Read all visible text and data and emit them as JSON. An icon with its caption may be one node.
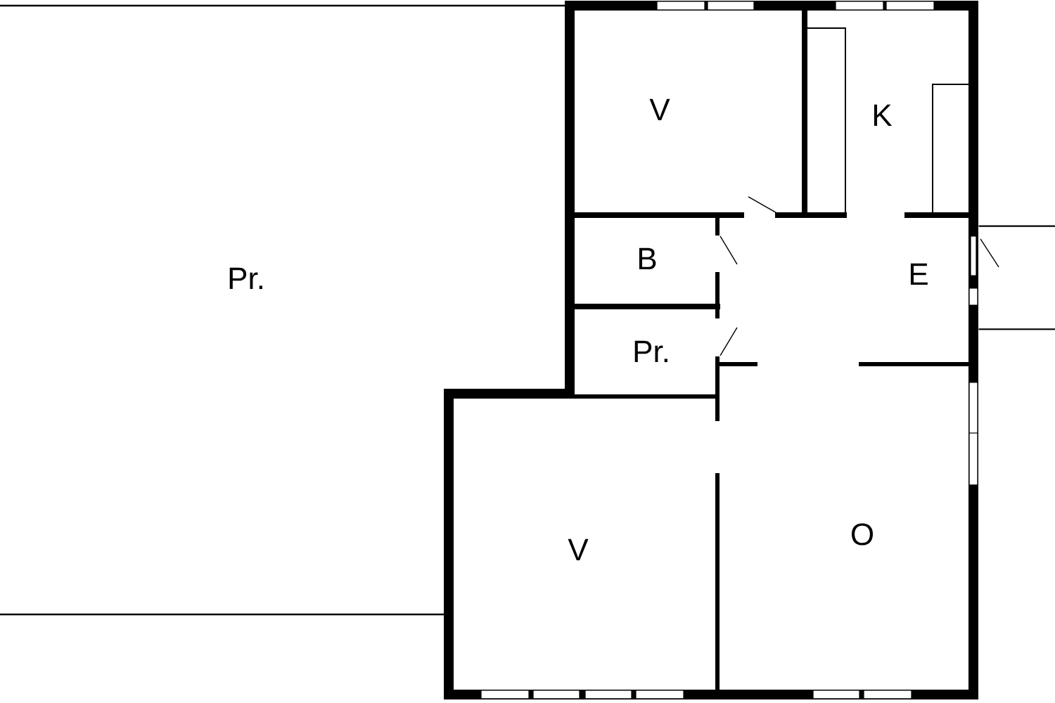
{
  "diagram": {
    "nodes": [
      {
        "text": [
          "Pr."
        ]
      },
      {
        "text": [
          "V"
        ]
      },
      {
        "text": [
          "K"
        ]
      },
      {
        "text": [
          "B"
        ]
      },
      {
        "text": [
          "E"
        ]
      },
      {
        "text": [
          "Pr."
        ]
      },
      {
        "text": [
          "V"
        ]
      },
      {
        "text": [
          "O"
        ]
      },
      {
        "text": [],
        "shape": "box"
      }
    ],
    "edges": []
  }
}
